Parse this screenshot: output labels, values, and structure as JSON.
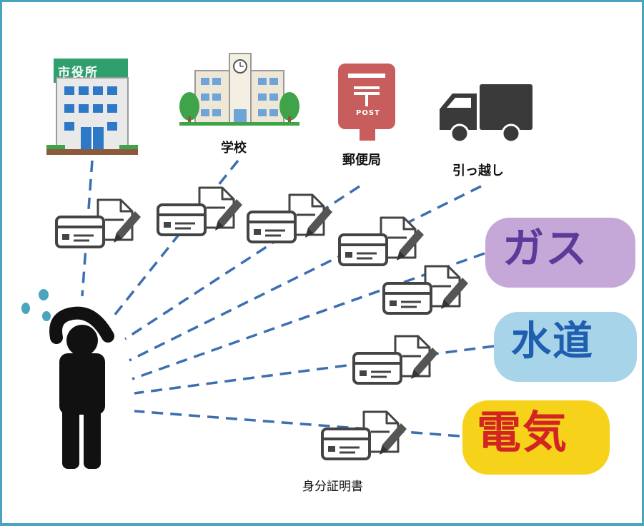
{
  "labels": {
    "school": "学校",
    "post_office": "郵便局",
    "moving": "引っ越し",
    "id_card": "身分証明書"
  },
  "signs": {
    "city_hall": "市役所",
    "post": "POST",
    "gas": "ガス",
    "water": "水道",
    "electricity": "電気"
  },
  "colors": {
    "frame": "#4aa4c0",
    "dash": "#3d6fb0",
    "gas_bg": "#c6a8d8",
    "gas_text": "#5b3a9a",
    "water_bg": "#a8d4ea",
    "water_text": "#1e5fb0",
    "electricity_bg": "#f7d21a",
    "electricity_text": "#d22424"
  }
}
